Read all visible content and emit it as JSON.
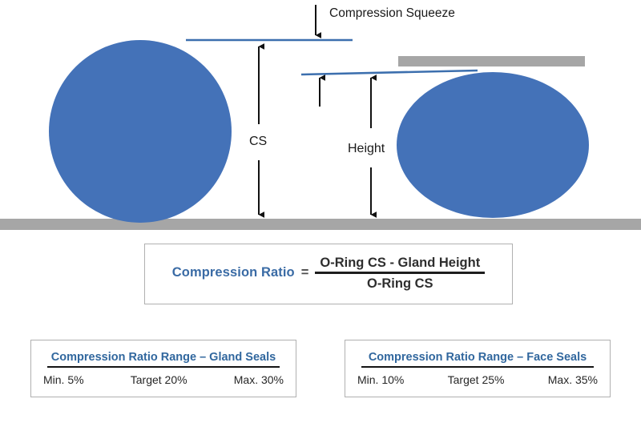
{
  "diagram": {
    "title_labels": {
      "compression_squeeze": "Compression Squeeze",
      "cs": "CS",
      "height": "Height"
    },
    "colors": {
      "oring_blue": "#4472b8",
      "metal_gray": "#a6a6a6",
      "line_blue": "#3c6fae",
      "arrow_black": "#111111",
      "accent_blue": "#31679e"
    },
    "shapes": {
      "uncompressed_oring": "circle",
      "compressed_oring": "ellipse",
      "base_plate": "gray-bar",
      "gland_plate": "gray-bar"
    }
  },
  "formula": {
    "lhs": "Compression Ratio",
    "equals": "=",
    "numerator": "O-Ring CS - Gland Height",
    "denominator": "O-Ring CS"
  },
  "ranges": [
    {
      "id": "gland",
      "title": "Compression Ratio Range – Gland Seals",
      "min": "Min. 5%",
      "target": "Target 20%",
      "max": "Max. 30%"
    },
    {
      "id": "face",
      "title": "Compression Ratio Range – Face Seals",
      "min": "Min. 10%",
      "target": "Target 25%",
      "max": "Max. 35%"
    }
  ]
}
